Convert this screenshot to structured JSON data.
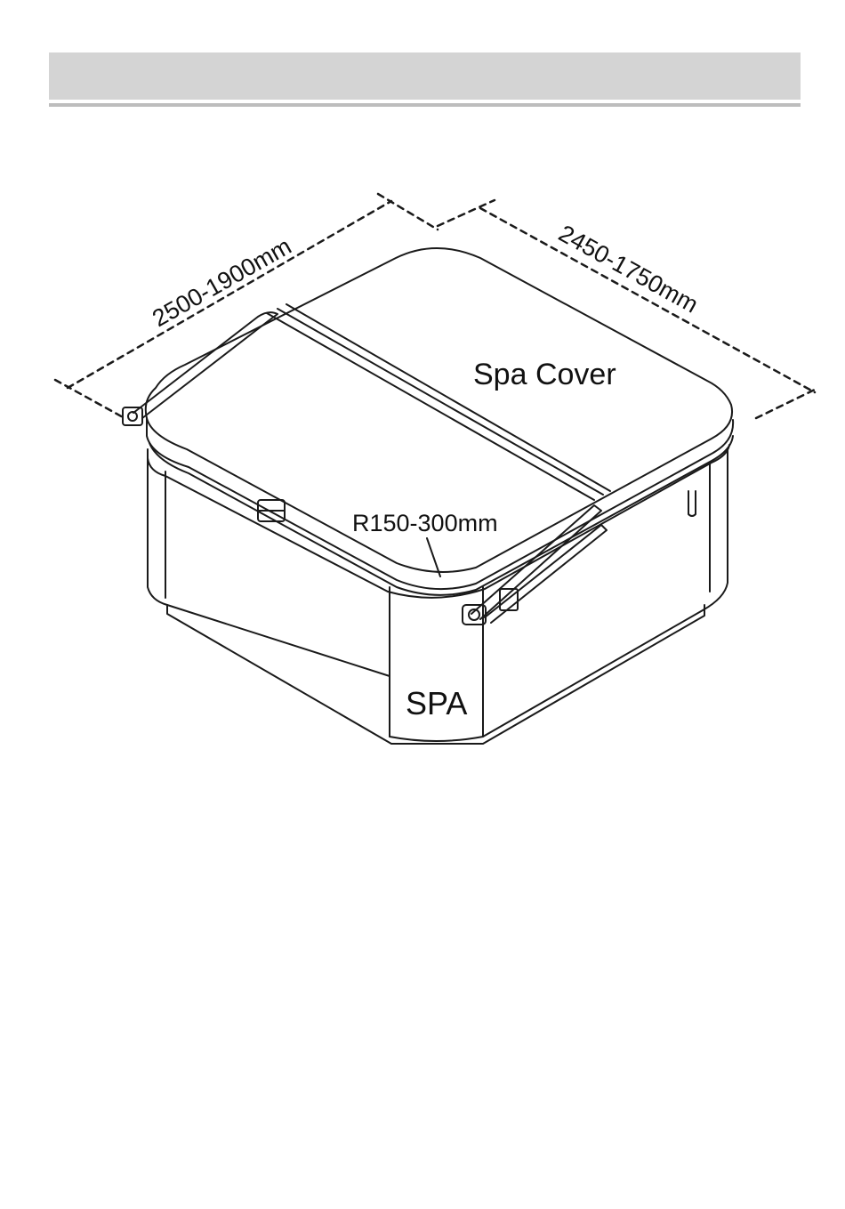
{
  "header": {
    "title": ""
  },
  "diagram": {
    "dimension_left": "2500-1900mm",
    "dimension_right": "2450-1750mm",
    "cover_label": "Spa Cover",
    "radius_label": "R150-300mm",
    "spa_label": "SPA"
  },
  "colors": {
    "header_bar": "#d4d4d4",
    "header_rule": "#bdbdbd",
    "line": "#1a1a1a"
  }
}
